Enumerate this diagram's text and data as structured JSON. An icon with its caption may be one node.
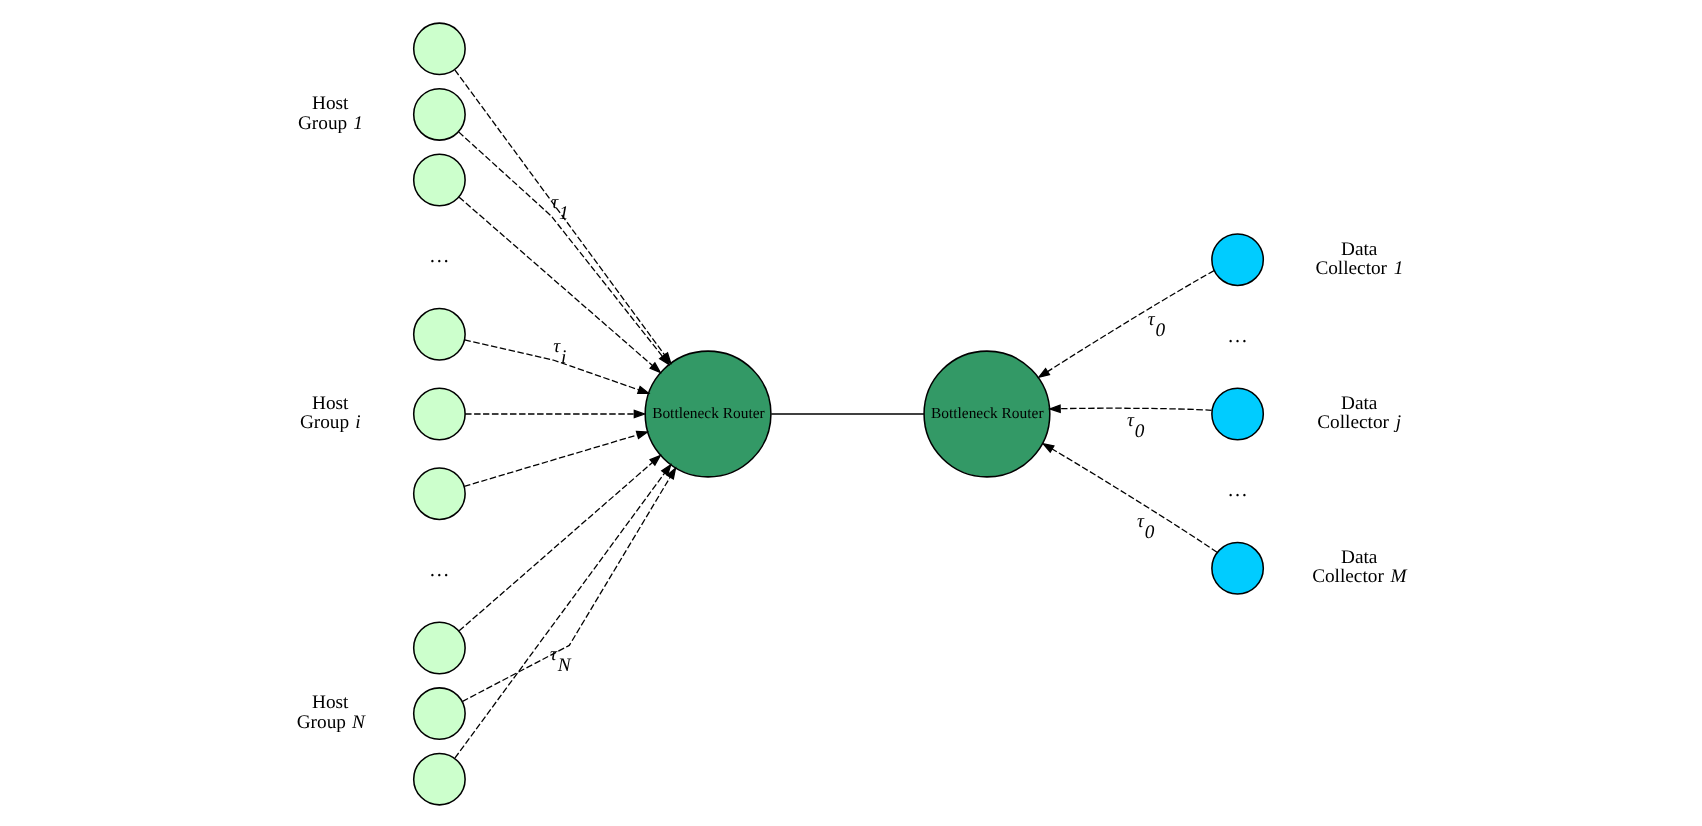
{
  "diagram": {
    "nodes": [
      {
        "text": [],
        "shape": "circle"
      },
      {
        "text": [],
        "shape": "circle",
        "beside": [
          "Host Group *1*"
        ]
      },
      {
        "text": [],
        "shape": "circle"
      },
      {
        "text": [],
        "shape": "circle"
      },
      {
        "text": [],
        "shape": "circle",
        "beside": [
          "Host Group *i*"
        ]
      },
      {
        "text": [],
        "shape": "circle"
      },
      {
        "text": [],
        "shape": "circle"
      },
      {
        "text": [],
        "shape": "circle",
        "beside": [
          "Host Group *N*"
        ]
      },
      {
        "text": [],
        "shape": "circle"
      },
      {
        "text": [
          "Bottleneck Router"
        ]
      },
      {
        "text": [
          "Bottleneck Router"
        ]
      },
      {
        "text": [],
        "shape": "circle",
        "beside": [
          "Data Collector *1*"
        ]
      },
      {
        "text": [],
        "shape": "circle",
        "beside": [
          "Data Collector *j*"
        ]
      },
      {
        "text": [],
        "shape": "circle",
        "beside": [
          "Data Collector *M*"
        ]
      }
    ],
    "edges": [
      {
        "from": 0,
        "to": 9,
        "arrow": "to",
        "style": "dashed"
      },
      {
        "from": 1,
        "to": 9,
        "arrow": "to",
        "style": "dashed",
        "label": "τ$_{1}$"
      },
      {
        "from": 2,
        "to": 9,
        "arrow": "to",
        "style": "dashed"
      },
      {
        "from": 3,
        "to": 9,
        "arrow": "to",
        "style": "dashed",
        "label": "τ$_{i}$"
      },
      {
        "from": 4,
        "to": 9,
        "arrow": "to",
        "style": "dashed"
      },
      {
        "from": 5,
        "to": 9,
        "arrow": "to",
        "style": "dashed"
      },
      {
        "from": 6,
        "to": 9,
        "arrow": "to",
        "style": "dashed"
      },
      {
        "from": 7,
        "to": 9,
        "arrow": "to",
        "style": "dashed",
        "label": "τ$_{N}$"
      },
      {
        "from": 8,
        "to": 9,
        "arrow": "to",
        "style": "dashed"
      },
      {
        "from": 9,
        "to": 10,
        "arrow": "none"
      },
      {
        "from": 11,
        "to": 10,
        "arrow": "to",
        "style": "dashed",
        "label": "τ$_{0}$"
      },
      {
        "from": 12,
        "to": 10,
        "arrow": "to",
        "style": "dashed",
        "label": "τ$_{0}$"
      },
      {
        "from": 13,
        "to": 10,
        "arrow": "to",
        "style": "dashed",
        "label": "τ$_{0}$"
      }
    ],
    "labels": [
      "…",
      "…",
      "…",
      "…"
    ]
  }
}
